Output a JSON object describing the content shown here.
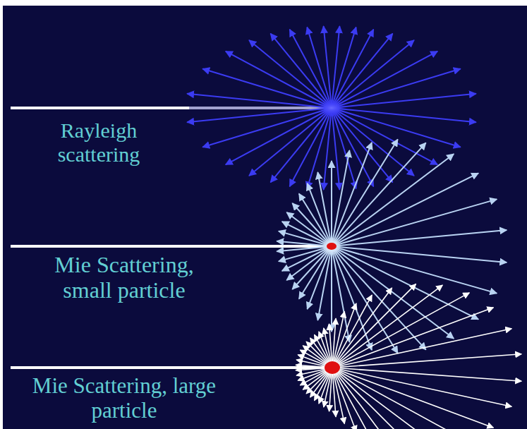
{
  "diagram": {
    "labels": [
      "Rayleigh scattering",
      "Mie Scattering, small particle",
      "Mie Scattering, large particle"
    ]
  }
}
